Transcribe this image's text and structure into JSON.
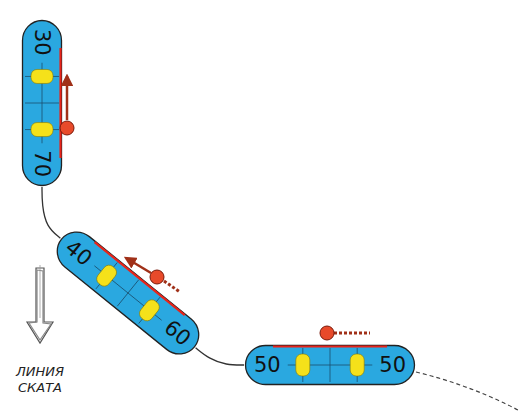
{
  "diagram": {
    "nodes": [
      {
        "text": [
          "30",
          "70"
        ]
      },
      {
        "text": [
          "40",
          "60"
        ]
      },
      {
        "text": [
          "50",
          "50"
        ]
      }
    ],
    "edges": [
      {
        "from": 0,
        "to": 1,
        "arrow": "none"
      },
      {
        "from": 1,
        "to": 2,
        "arrow": "none"
      }
    ],
    "labels": [
      "ЛИНИЯ СКАТА"
    ]
  }
}
